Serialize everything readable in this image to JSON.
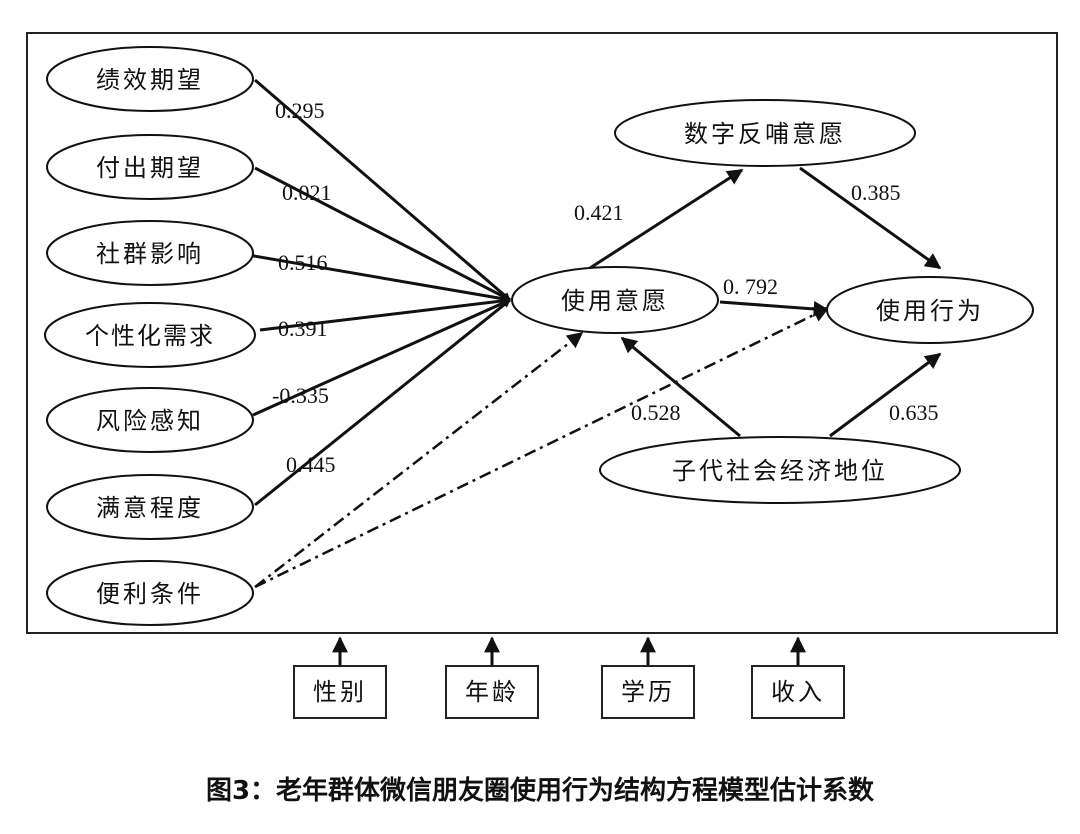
{
  "caption": "图3：老年群体微信朋友圈使用行为结构方程模型估计系数",
  "nodes": {
    "performance_expectancy": "绩效期望",
    "effort_expectancy": "付出期望",
    "social_influence": "社群影响",
    "personalized_needs": "个性化需求",
    "perceived_risk": "风险感知",
    "satisfaction": "满意程度",
    "facilitating_conditions": "便利条件",
    "usage_intention": "使用意愿",
    "digital_feedback_intention": "数字反哺意愿",
    "usage_behavior": "使用行为",
    "children_ses": "子代社会经济地位"
  },
  "controls": [
    "性别",
    "年龄",
    "学历",
    "收入"
  ],
  "coefficients": {
    "performance_expectancy": "0.295",
    "effort_expectancy": "0.021",
    "social_influence": "0.516",
    "personalized_needs": "0.391",
    "perceived_risk": "-0.335",
    "satisfaction": "0.445",
    "intention_to_feedback": "0.421",
    "feedback_to_behavior": "0.385",
    "intention_to_behavior": "0. 792",
    "ses_to_intention": "0.528",
    "ses_to_behavior": "0.635"
  }
}
